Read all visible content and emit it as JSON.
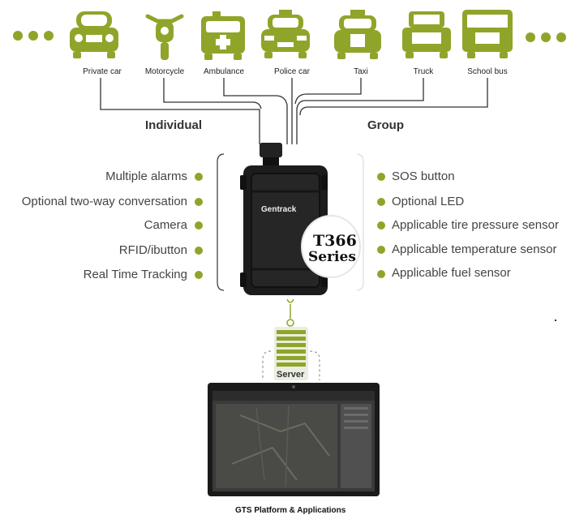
{
  "vehicles": [
    {
      "label": "Private car",
      "icon": "private-car-icon"
    },
    {
      "label": "Motorcycle",
      "icon": "motorcycle-icon"
    },
    {
      "label": "Ambulance",
      "icon": "ambulance-icon"
    },
    {
      "label": "Police car",
      "icon": "police-car-icon"
    },
    {
      "label": "Taxi",
      "icon": "taxi-icon"
    },
    {
      "label": "Truck",
      "icon": "truck-icon"
    },
    {
      "label": "School bus",
      "icon": "school-bus-icon"
    }
  ],
  "groups": {
    "individual": "Individual",
    "group": "Group"
  },
  "features_left": [
    "Multiple alarms",
    "Optional two-way conversation",
    "Camera",
    "RFID/ibutton",
    "Real Time Tracking"
  ],
  "features_right": [
    "SOS button",
    "Optional LED",
    "Applicable tire pressure sensor",
    "Applicable temperature sensor",
    "Applicable fuel sensor"
  ],
  "device": {
    "brand": "Gentrack",
    "model_line1": "T366",
    "model_line2": "Series"
  },
  "server_label": "Server",
  "caption": "GTS Platform & Applications",
  "colors": {
    "accent": "#8fa52a",
    "device": "#1c1c1c",
    "line": "#333333"
  }
}
